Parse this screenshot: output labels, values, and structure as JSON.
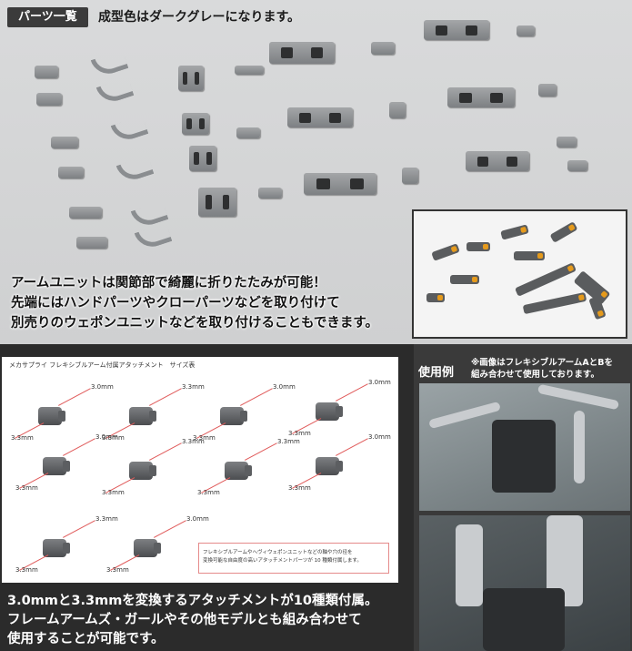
{
  "parts_panel": {
    "tag": "パーツ一覧",
    "note": "成型色はダークグレーになります。",
    "caption_lines": [
      "アームユニットは関節部で綺麗に折りたたみが可能！",
      "先端にはハンドパーツやクローパーツなどを取り付けて",
      "別売りのウェポンユニットなどを取り付けることもできます。"
    ]
  },
  "size_chart": {
    "title": "メカサプライ フレキシブルアーム付属アタッチメント　サイズ表",
    "labels": {
      "a": "3.0mm",
      "b": "3.3mm"
    },
    "note_lines": [
      "フレキシブルアームやヘヴィウェポンユニットなどの軸や穴の径を",
      "変換可能な自由度の高いアタッチメントパーツが 10 種類付属します。"
    ]
  },
  "bottom_caption": [
    "3.0mmと3.3mmを変換するアタッチメントが10種類付属。",
    "フレームアームズ・ガールやその他モデルとも組み合わせて",
    "使用することが可能です。"
  ],
  "usage": {
    "title": "使用例",
    "note_lines": [
      "※画像はフレキシブルアームAとBを",
      "組み合わせて使用しております。"
    ]
  },
  "colors": {
    "accent_orange": "#e59a1c",
    "dimension_red": "#e05a5a"
  }
}
